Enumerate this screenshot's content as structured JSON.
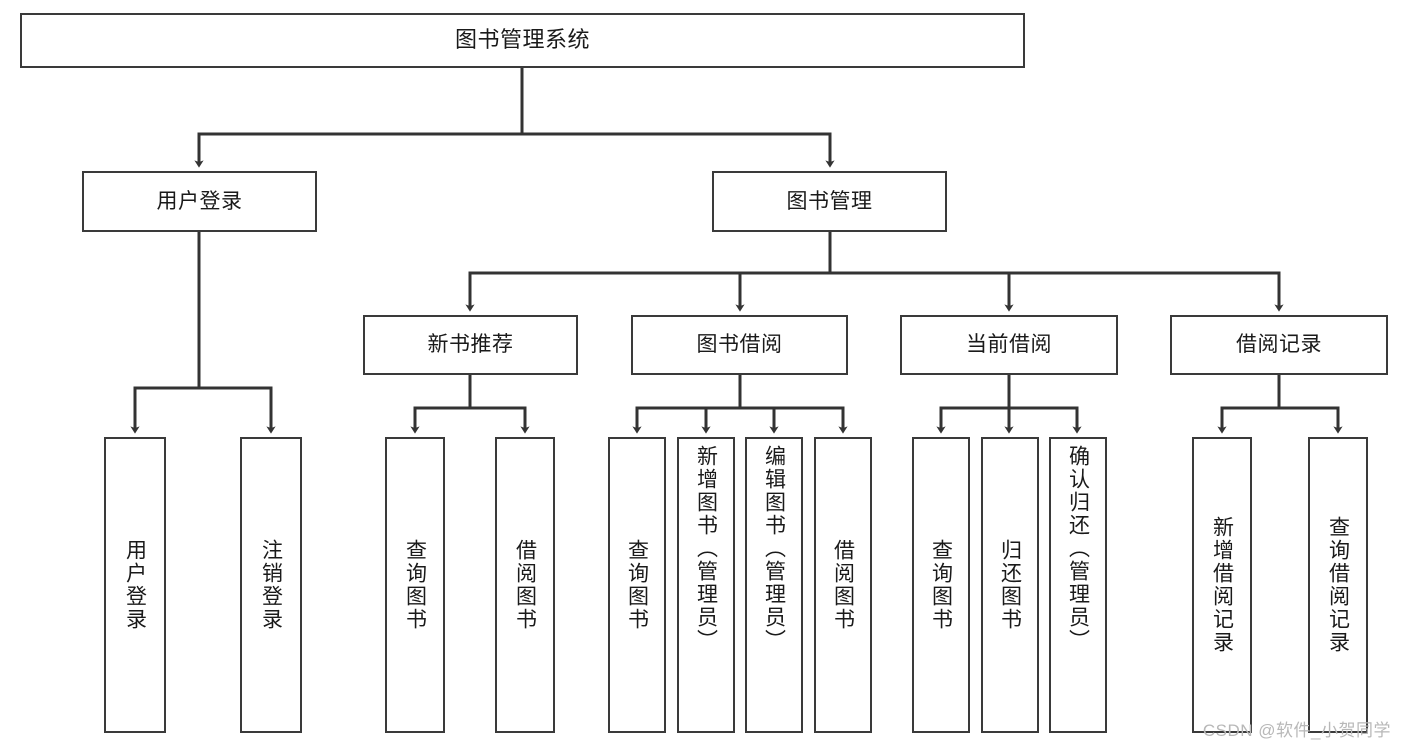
{
  "diagram": {
    "title": "图书管理系统",
    "type": "tree",
    "watermark": "CSDN @软件_小贺同学",
    "colors": {
      "box_border": "#3a3a3a",
      "box_fill": "#ffffff",
      "connector": "#333333",
      "text": "#1a1a1a",
      "watermark": "#b8b8b8",
      "background": "#ffffff"
    },
    "root": {
      "label": "图书管理系统"
    },
    "level2": [
      {
        "label": "用户登录"
      },
      {
        "label": "图书管理"
      }
    ],
    "level3": [
      {
        "label": "新书推荐"
      },
      {
        "label": "图书借阅"
      },
      {
        "label": "当前借阅"
      },
      {
        "label": "借阅记录"
      }
    ],
    "leaves": {
      "user_login": [
        {
          "label": "用户登录"
        },
        {
          "label": "注销登录"
        }
      ],
      "new_book": [
        {
          "label": "查询图书"
        },
        {
          "label": "借阅图书"
        }
      ],
      "book_borrow": [
        {
          "label": "查询图书"
        },
        {
          "label": "新增图书（管理员）"
        },
        {
          "label": "编辑图书（管理员）"
        },
        {
          "label": "借阅图书"
        }
      ],
      "current_borrow": [
        {
          "label": "查询图书"
        },
        {
          "label": "归还图书"
        },
        {
          "label": "确认归还（管理员）"
        }
      ],
      "borrow_record": [
        {
          "label": "新增借阅记录"
        },
        {
          "label": "查询借阅记录"
        }
      ]
    }
  }
}
